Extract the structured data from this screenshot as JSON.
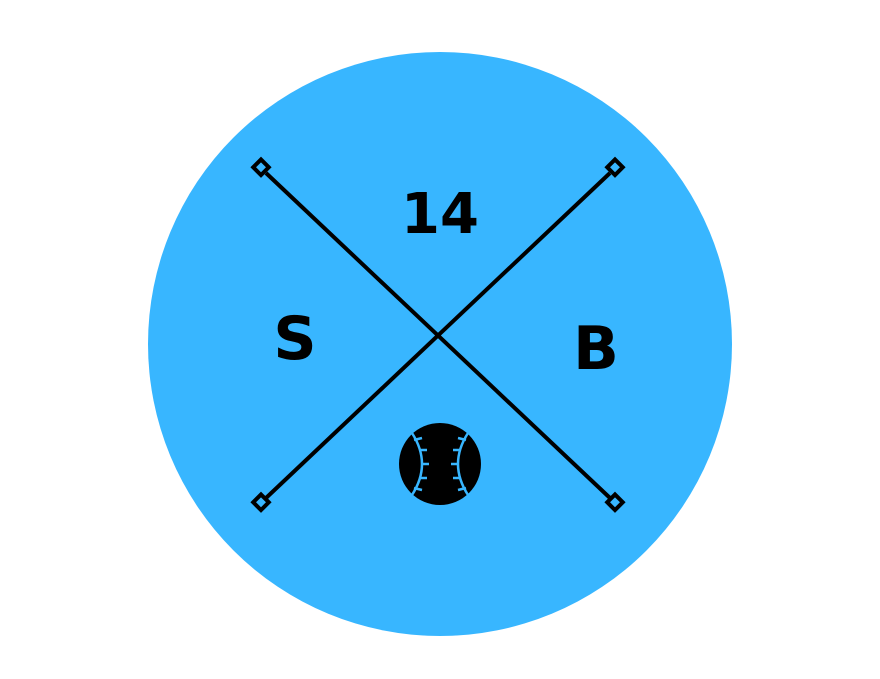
{
  "logo": {
    "number": "14",
    "left_letter": "S",
    "right_letter": "B",
    "icon": "baseball-icon"
  },
  "colors": {
    "background": "#ffffff",
    "circle": "#38b6ff",
    "ink": "#000000"
  }
}
